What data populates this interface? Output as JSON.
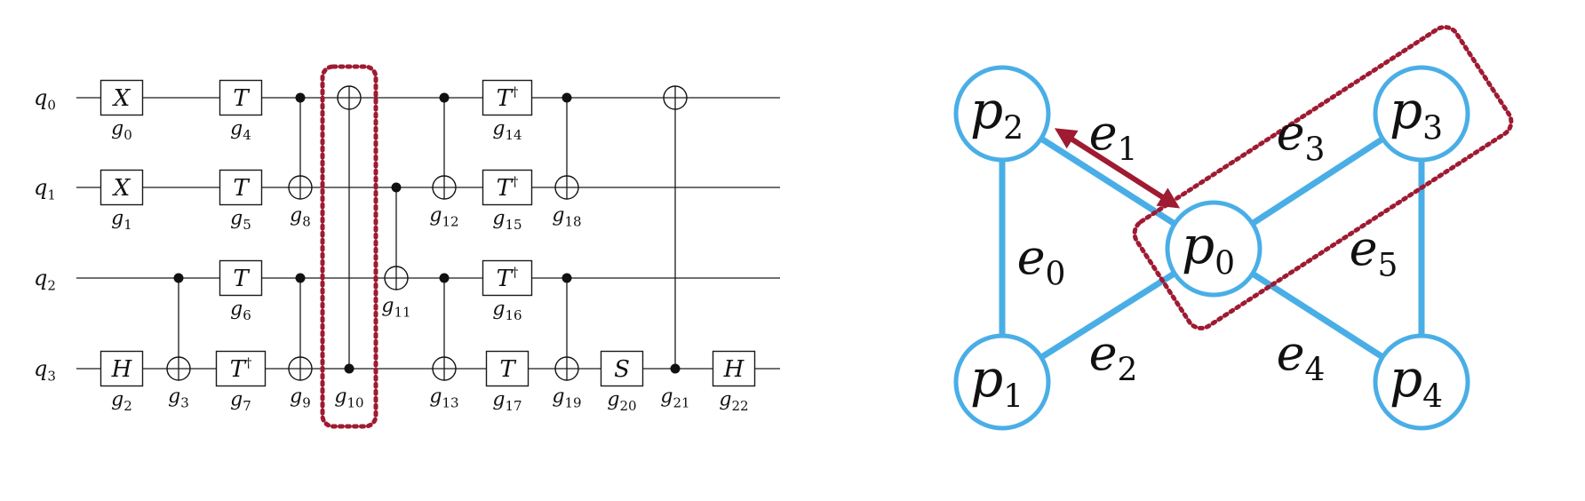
{
  "circuit": {
    "qubits": [
      {
        "base": "q",
        "sub": "0"
      },
      {
        "base": "q",
        "sub": "1"
      },
      {
        "base": "q",
        "sub": "2"
      },
      {
        "base": "q",
        "sub": "3"
      }
    ],
    "gates": [
      {
        "id": "g0",
        "kind": "box",
        "symbol": "X",
        "dagger": false,
        "qubit": 0,
        "col": 0,
        "label": {
          "base": "g",
          "sub": "0"
        }
      },
      {
        "id": "g1",
        "kind": "box",
        "symbol": "X",
        "dagger": false,
        "qubit": 1,
        "col": 0,
        "label": {
          "base": "g",
          "sub": "1"
        }
      },
      {
        "id": "g2",
        "kind": "box",
        "symbol": "H",
        "dagger": false,
        "qubit": 3,
        "col": 0,
        "label": {
          "base": "g",
          "sub": "2"
        }
      },
      {
        "id": "g3",
        "kind": "cnot",
        "control": 2,
        "target": 3,
        "col": 1,
        "label": {
          "base": "g",
          "sub": "3"
        }
      },
      {
        "id": "g4",
        "kind": "box",
        "symbol": "T",
        "dagger": false,
        "qubit": 0,
        "col": 2,
        "label": {
          "base": "g",
          "sub": "4"
        }
      },
      {
        "id": "g5",
        "kind": "box",
        "symbol": "T",
        "dagger": false,
        "qubit": 1,
        "col": 2,
        "label": {
          "base": "g",
          "sub": "5"
        }
      },
      {
        "id": "g6",
        "kind": "box",
        "symbol": "T",
        "dagger": false,
        "qubit": 2,
        "col": 2,
        "label": {
          "base": "g",
          "sub": "6"
        }
      },
      {
        "id": "g7",
        "kind": "box",
        "symbol": "T",
        "dagger": true,
        "qubit": 3,
        "col": 2,
        "label": {
          "base": "g",
          "sub": "7"
        }
      },
      {
        "id": "g8",
        "kind": "cnot",
        "control": 0,
        "target": 1,
        "col": 3,
        "label": {
          "base": "g",
          "sub": "8"
        }
      },
      {
        "id": "g9",
        "kind": "cnot",
        "control": 2,
        "target": 3,
        "col": 3,
        "label": {
          "base": "g",
          "sub": "9"
        }
      },
      {
        "id": "g10",
        "kind": "cnot",
        "control": 3,
        "target": 0,
        "col": 4,
        "label": {
          "base": "g",
          "sub": "10"
        },
        "highlight": true
      },
      {
        "id": "g11",
        "kind": "cnot",
        "control": 1,
        "target": 2,
        "col": 5,
        "label": {
          "base": "g",
          "sub": "11"
        }
      },
      {
        "id": "g12",
        "kind": "cnot",
        "control": 0,
        "target": 1,
        "col": 6,
        "label": {
          "base": "g",
          "sub": "12"
        }
      },
      {
        "id": "g13",
        "kind": "cnot",
        "control": 2,
        "target": 3,
        "col": 6,
        "label": {
          "base": "g",
          "sub": "13"
        }
      },
      {
        "id": "g14",
        "kind": "box",
        "symbol": "T",
        "dagger": true,
        "qubit": 0,
        "col": 7,
        "label": {
          "base": "g",
          "sub": "14"
        }
      },
      {
        "id": "g15",
        "kind": "box",
        "symbol": "T",
        "dagger": true,
        "qubit": 1,
        "col": 7,
        "label": {
          "base": "g",
          "sub": "15"
        }
      },
      {
        "id": "g16",
        "kind": "box",
        "symbol": "T",
        "dagger": true,
        "qubit": 2,
        "col": 7,
        "label": {
          "base": "g",
          "sub": "16"
        }
      },
      {
        "id": "g17",
        "kind": "box",
        "symbol": "T",
        "dagger": false,
        "qubit": 3,
        "col": 7,
        "label": {
          "base": "g",
          "sub": "17"
        }
      },
      {
        "id": "g18",
        "kind": "cnot",
        "control": 0,
        "target": 1,
        "col": 8,
        "label": {
          "base": "g",
          "sub": "18"
        }
      },
      {
        "id": "g19",
        "kind": "cnot",
        "control": 2,
        "target": 3,
        "col": 8,
        "label": {
          "base": "g",
          "sub": "19"
        }
      },
      {
        "id": "g20",
        "kind": "box",
        "symbol": "S",
        "dagger": false,
        "qubit": 3,
        "col": 9,
        "label": {
          "base": "g",
          "sub": "20"
        }
      },
      {
        "id": "g21",
        "kind": "cnot",
        "control": 3,
        "target": 0,
        "col": 10,
        "label": {
          "base": "g",
          "sub": "21"
        }
      },
      {
        "id": "g22",
        "kind": "box",
        "symbol": "H",
        "dagger": false,
        "qubit": 3,
        "col": 11,
        "label": {
          "base": "g",
          "sub": "22"
        }
      }
    ]
  },
  "graph": {
    "nodes": [
      {
        "id": "p0",
        "base": "p",
        "sub": "0"
      },
      {
        "id": "p1",
        "base": "p",
        "sub": "1"
      },
      {
        "id": "p2",
        "base": "p",
        "sub": "2"
      },
      {
        "id": "p3",
        "base": "p",
        "sub": "3"
      },
      {
        "id": "p4",
        "base": "p",
        "sub": "4"
      }
    ],
    "edges": [
      {
        "id": "e0",
        "from": "p2",
        "to": "p1",
        "base": "e",
        "sub": "0"
      },
      {
        "id": "e1",
        "from": "p2",
        "to": "p0",
        "base": "e",
        "sub": "1"
      },
      {
        "id": "e2",
        "from": "p1",
        "to": "p0",
        "base": "e",
        "sub": "2"
      },
      {
        "id": "e3",
        "from": "p0",
        "to": "p3",
        "base": "e",
        "sub": "3"
      },
      {
        "id": "e4",
        "from": "p0",
        "to": "p4",
        "base": "e",
        "sub": "4"
      },
      {
        "id": "e5",
        "from": "p3",
        "to": "p4",
        "base": "e",
        "sub": "5"
      }
    ],
    "swap_arrow": {
      "between": [
        "p2",
        "p0"
      ]
    },
    "highlight_nodes": [
      "p0",
      "p3"
    ]
  },
  "colors": {
    "node_stroke": "#4aaee6",
    "highlight": "#9e1b32",
    "ink": "#111111"
  }
}
